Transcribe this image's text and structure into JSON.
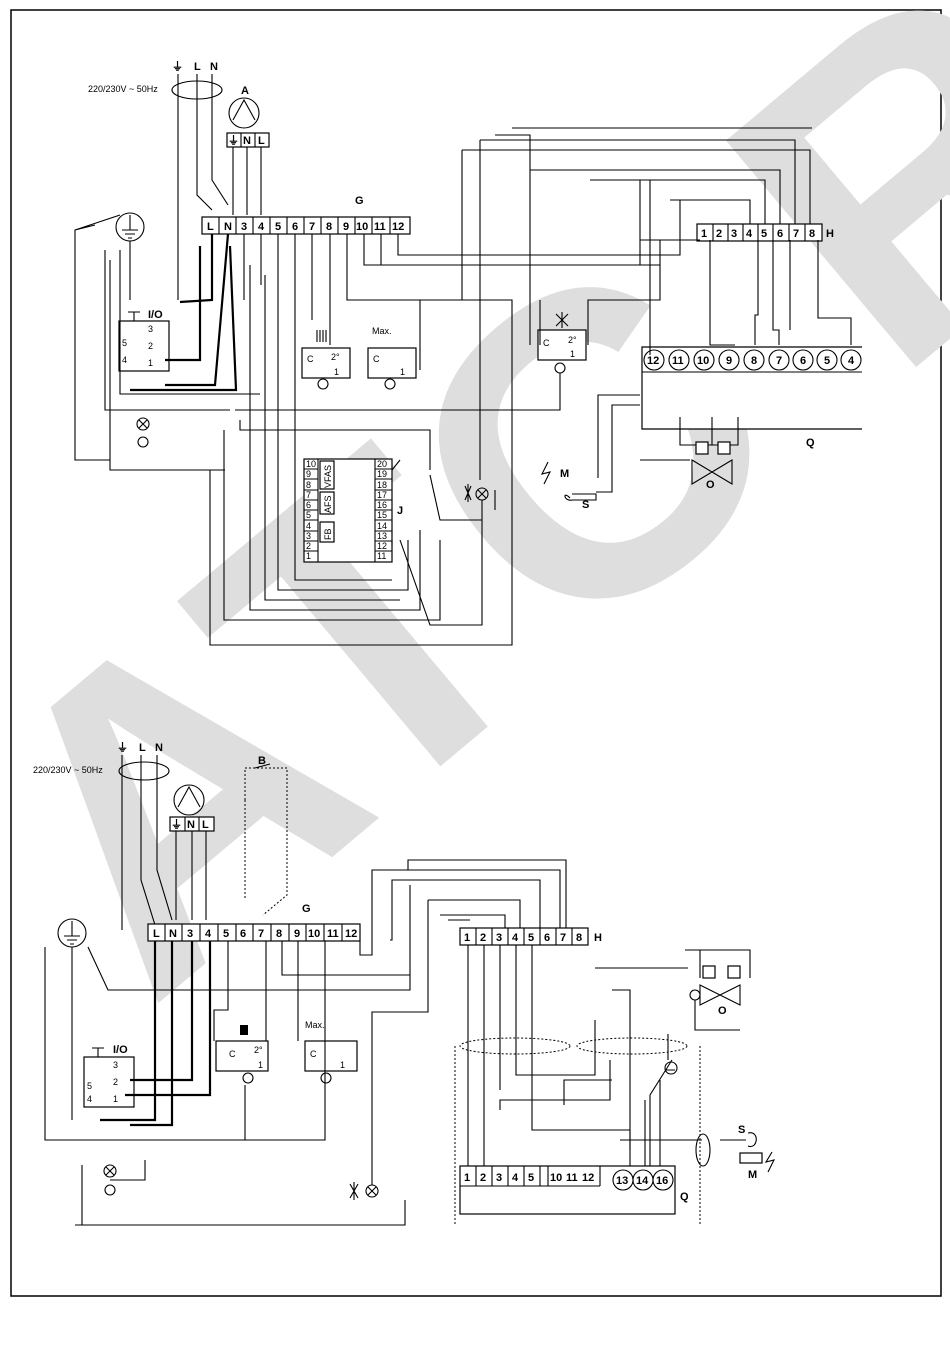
{
  "watermark": "ATC ROC",
  "top": {
    "supply_label": "220/230V ~ 50Hz",
    "mains": {
      "earth": "⏚",
      "live": "L",
      "neutral": "N"
    },
    "pump_label": "A",
    "pump_terminals": [
      "⏚",
      "N",
      "L"
    ],
    "terminal_block_label": "G",
    "terminal_block": [
      "L",
      "N",
      "3",
      "4",
      "5",
      "6",
      "7",
      "8",
      "9",
      "10",
      "11",
      "12"
    ],
    "switch_label": "I/O",
    "switch_contacts": [
      "3",
      "2",
      "5",
      "4",
      "1"
    ],
    "thermostat_contacts": [
      "C",
      "2°",
      "1"
    ],
    "max_label": "Max.",
    "max_contacts": [
      "C",
      "1"
    ],
    "h_label": "H",
    "h_terminals": [
      "1",
      "2",
      "3",
      "4",
      "5",
      "6",
      "7",
      "8"
    ],
    "q_label": "Q",
    "q_terminals": [
      "12",
      "11",
      "10",
      "9",
      "8",
      "7",
      "6",
      "5",
      "4"
    ],
    "fan_contacts": [
      "C",
      "2°",
      "1"
    ],
    "j_label": "J",
    "j_left": [
      "10",
      "9",
      "8",
      "7",
      "6",
      "5",
      "4",
      "3",
      "2",
      "1"
    ],
    "j_right": [
      "20",
      "19",
      "18",
      "17",
      "16",
      "15",
      "14",
      "13",
      "12",
      "11"
    ],
    "j_blocks": [
      "VFAS",
      "AFS",
      "FB"
    ],
    "m_label": "M",
    "s_label": "S",
    "o_label": "O"
  },
  "bottom": {
    "supply_label": "220/230V ~ 50Hz",
    "mains": {
      "earth": "⏚",
      "live": "L",
      "neutral": "N"
    },
    "b_label": "B",
    "pump_terminals": [
      "⏚",
      "N",
      "L"
    ],
    "terminal_block_label": "G",
    "terminal_block": [
      "L",
      "N",
      "3",
      "4",
      "5",
      "6",
      "7",
      "8",
      "9",
      "10",
      "11",
      "12"
    ],
    "h_label": "H",
    "h_terminals": [
      "1",
      "2",
      "3",
      "4",
      "5",
      "6",
      "7",
      "8"
    ],
    "switch_label": "I/O",
    "switch_contacts": [
      "3",
      "2",
      "5",
      "4",
      "1"
    ],
    "thermostat_contacts": [
      "C",
      "2°",
      "1"
    ],
    "max_label": "Max.",
    "max_contacts": [
      "C",
      "1"
    ],
    "q_label": "Q",
    "q_terminals": [
      "1",
      "2",
      "3",
      "4",
      "5",
      "10",
      "11",
      "12",
      "13",
      "14",
      "16"
    ],
    "o_label": "O",
    "s_label": "S",
    "m_label": "M"
  }
}
